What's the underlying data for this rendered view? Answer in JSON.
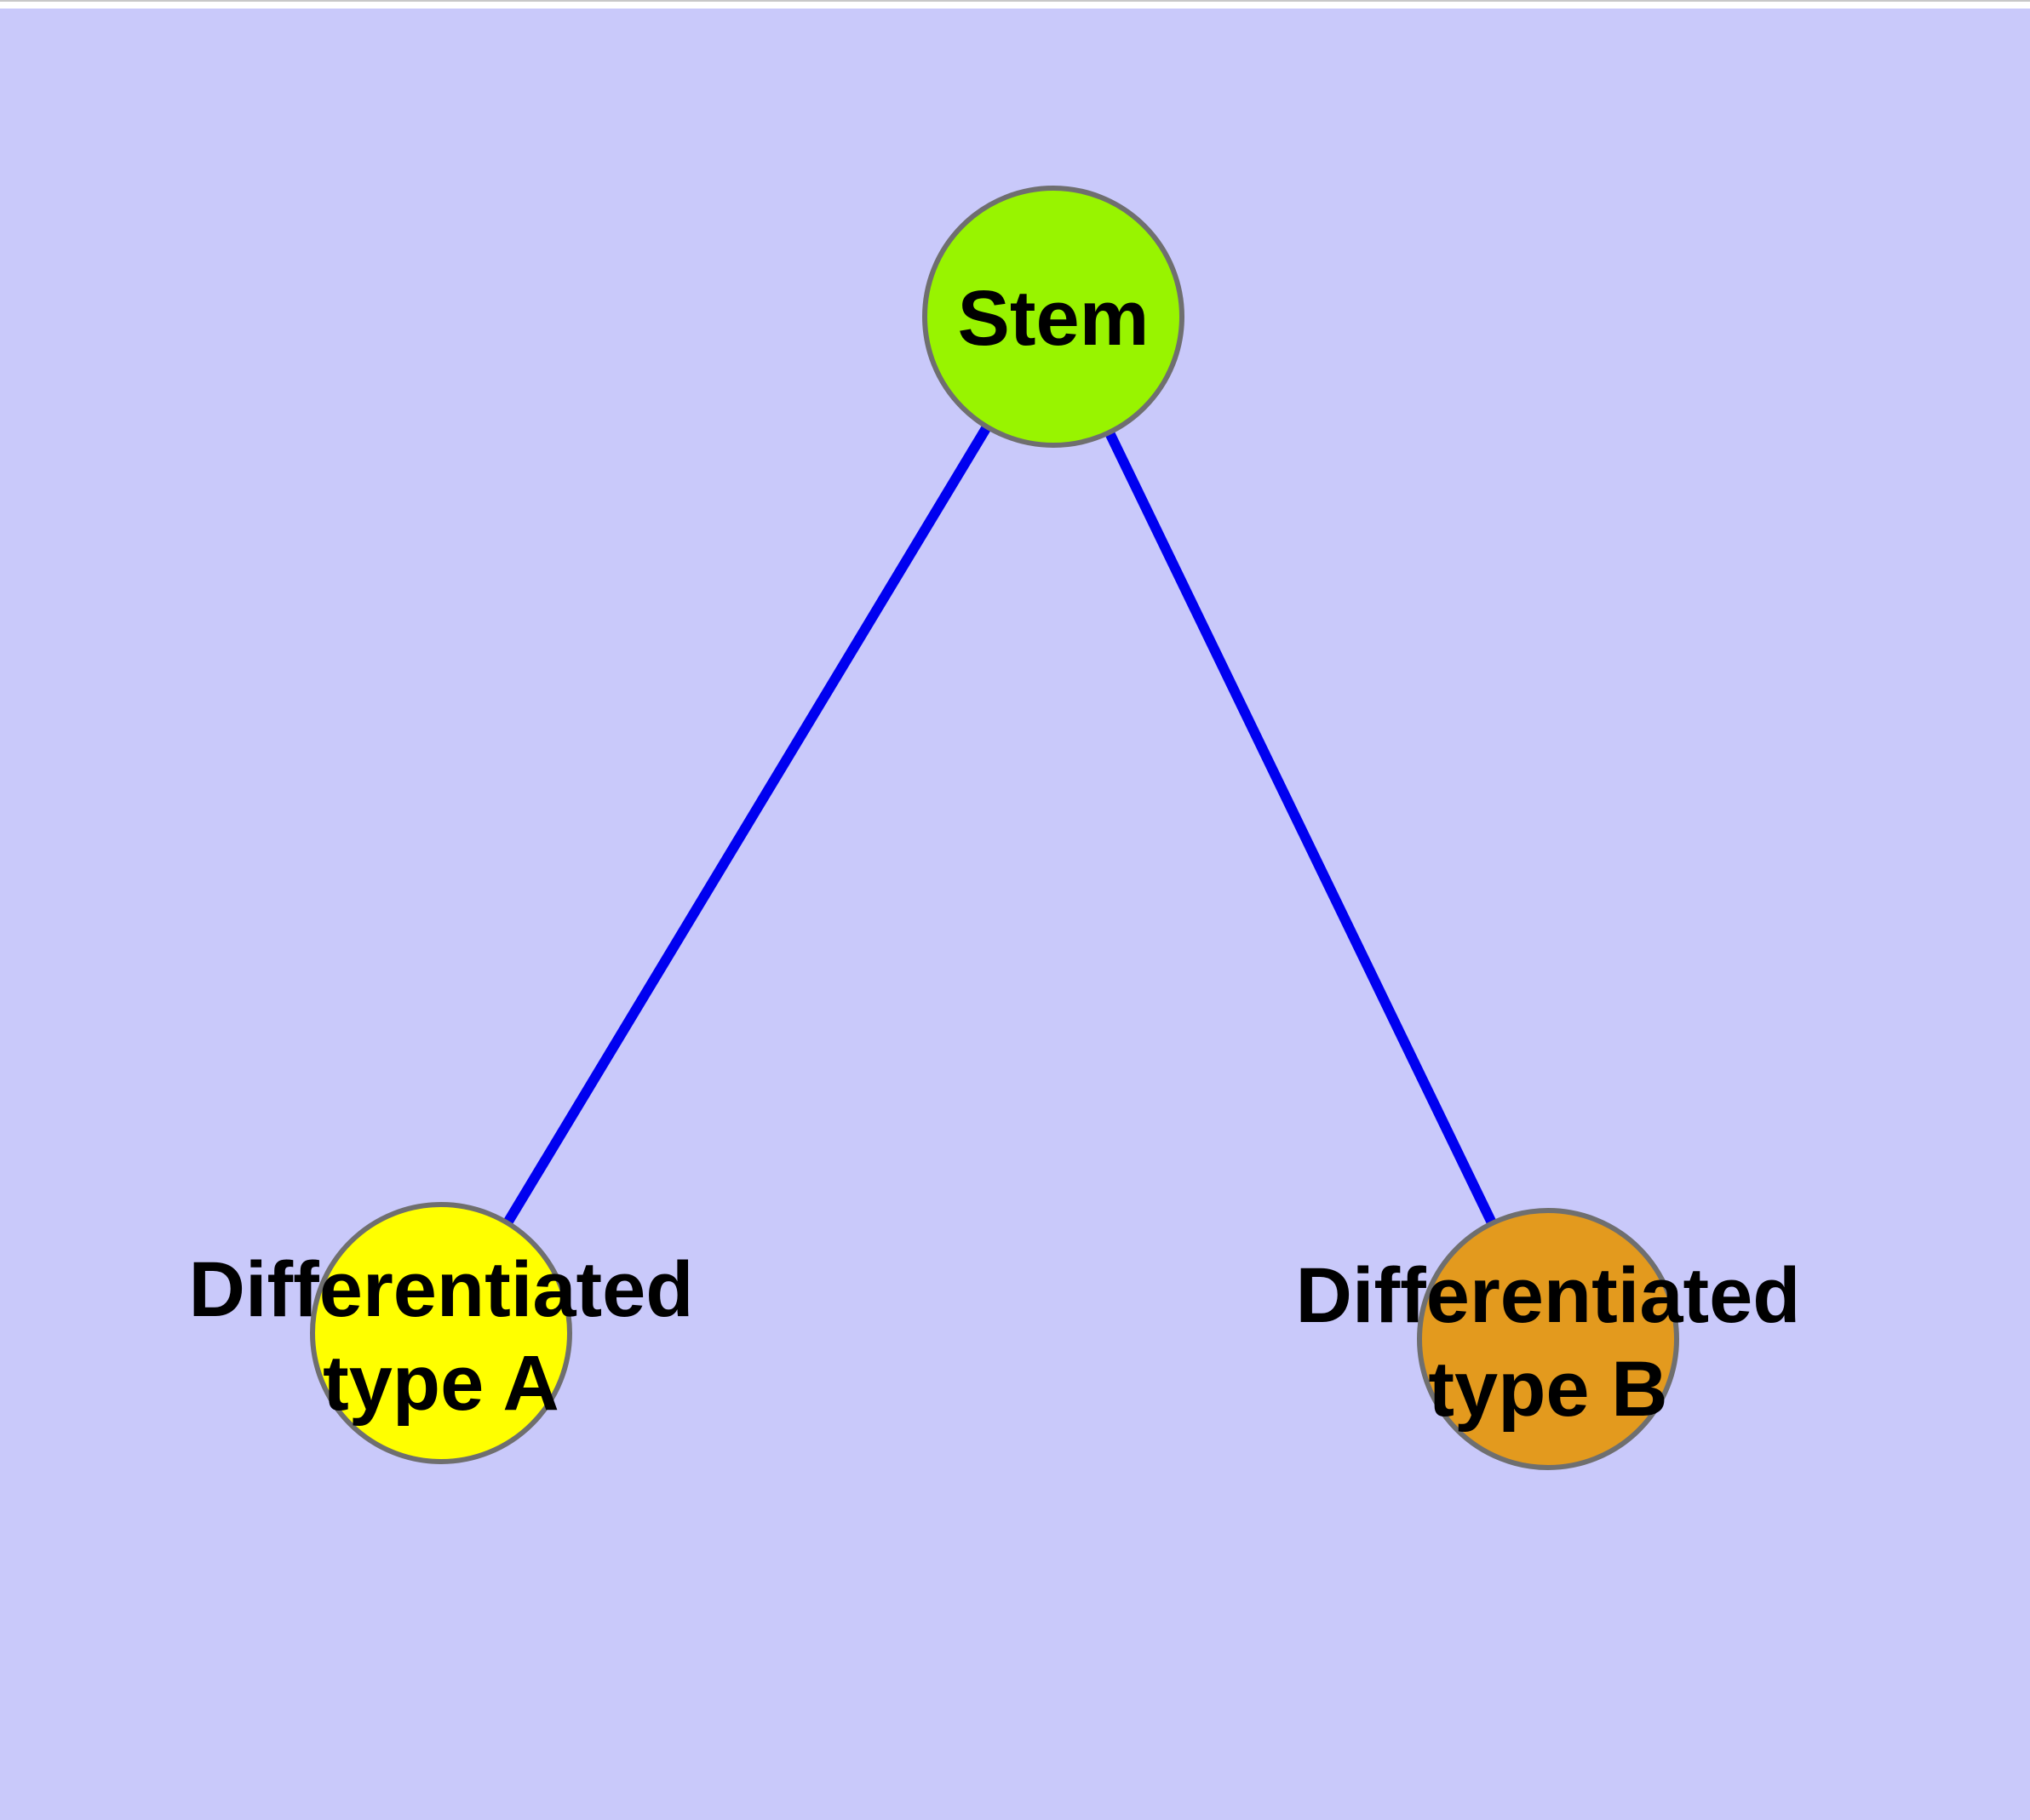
{
  "diagram": {
    "background_color": "#C9C9FA",
    "top_strip_color": "#FFFFFF",
    "top_strip_border_color": "#C8C8C8",
    "edge_color": "#0000F0",
    "node_border_color": "#6F6F6F",
    "label_color": "#000000",
    "nodes": [
      {
        "id": "stem",
        "label": "Stem",
        "lines": [
          "Stem"
        ],
        "fill_color": "#98F400"
      },
      {
        "id": "differentiated-type-a",
        "label": "Differentiated type A",
        "lines": [
          "Differentiated",
          "type A"
        ],
        "fill_color": "#FFFF00"
      },
      {
        "id": "differentiated-type-b",
        "label": "Differentiated type B",
        "lines": [
          "Differentiated",
          "type B"
        ],
        "fill_color": "#E39A1E"
      }
    ],
    "edges": [
      {
        "from": "stem",
        "to": "differentiated-type-a"
      },
      {
        "from": "stem",
        "to": "differentiated-type-b"
      }
    ]
  }
}
